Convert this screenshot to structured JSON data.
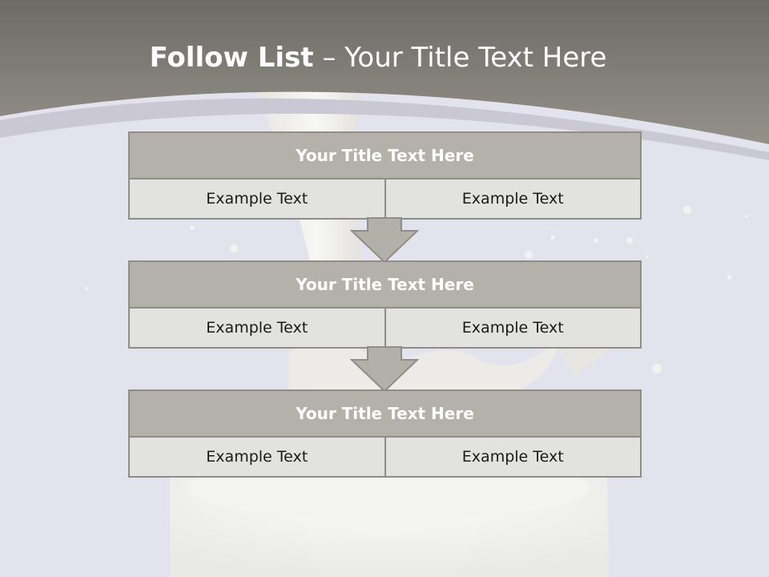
{
  "title": {
    "bold": "Follow List",
    "rest": "– Your Title Text Here"
  },
  "steps": [
    {
      "title": "Your Title Text Here",
      "left": "Example Text",
      "right": "Example Text"
    },
    {
      "title": "Your Title Text Here",
      "left": "Example Text",
      "right": "Example Text"
    },
    {
      "title": "Your Title Text Here",
      "left": "Example Text",
      "right": "Example Text"
    }
  ],
  "colors": {
    "header_band": "#7a7770",
    "box_header": "#b3b1a9",
    "box_cell": "#e2e2e0",
    "box_border": "#8f8d88",
    "background": "#e3e3ee"
  }
}
